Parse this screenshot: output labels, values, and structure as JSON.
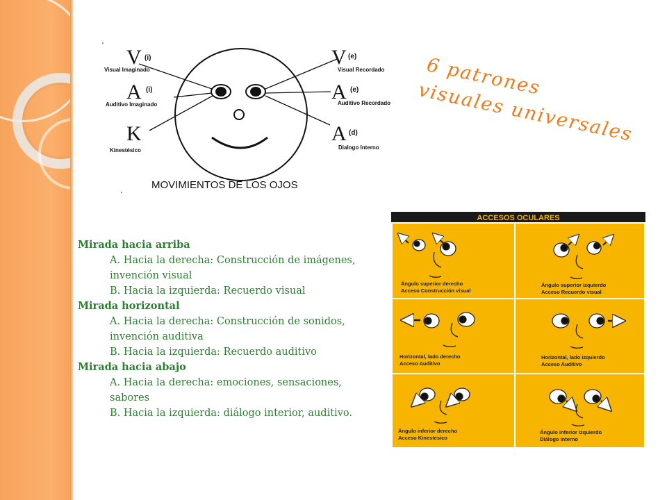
{
  "diagram": {
    "labels": {
      "top_left_letter": "V",
      "top_left_sub": "(i)",
      "top_left_caption": "Visual Imaginado",
      "mid_left_letter": "A",
      "mid_left_sub": "(i)",
      "mid_left_caption": "Auditivo Imaginado",
      "bottom_left_letter": "K",
      "bottom_left_caption": "Kinestésico",
      "top_right_letter": "V",
      "top_right_sub": "(e)",
      "top_right_caption": "Visual Recordado",
      "mid_right_letter": "A",
      "mid_right_sub": "(e)",
      "mid_right_caption": "Auditivo Recordado",
      "bottom_right_letter": "A",
      "bottom_right_sub": "(d)",
      "bottom_right_caption": "Dialogo Interno"
    },
    "title": "MOVIMIENTOS DE LOS OJOS"
  },
  "headline": {
    "line1": "6 patrones",
    "line2": "visuales universales"
  },
  "text": {
    "up_head": "Mirada hacia arriba",
    "up_a": "A. Hacia la derecha: Construcción de imágenes, invención visual",
    "up_b": "B. Hacia la izquierda: Recuerdo visual",
    "horiz_head": "Mirada horizontal",
    "horiz_a": "A. Hacia la derecha: Construcción de sonidos, invención auditiva",
    "horiz_b": "B. Hacia la izquierda: Recuerdo auditivo",
    "down_head": "Mirada hacia abajo",
    "down_a": "A. Hacia la derecha: emociones, sensaciones, sabores",
    "down_b": "B. Hacia la izquierda: diálogo interior, auditivo."
  },
  "panel": {
    "title": "ACCESOS   OCULARES",
    "background_color": "#f7b500",
    "cells": [
      {
        "line1": "Ángulo superior derecho",
        "line2": "Acceso Construcción visual"
      },
      {
        "line1": "Ángulo superior izquierdo",
        "line2": "Acceso Recuerdo visual"
      },
      {
        "line1": "Horizontal, lado derecho",
        "line2": "Acceso Auditivo"
      },
      {
        "line1": "Horizontal, lado izquierdo",
        "line2": "Acceso Auditivo"
      },
      {
        "line1": "Ángulo inferior derecho",
        "line2": "Acceso Kinestesico"
      },
      {
        "line1": "Ángulo inferior izquierdo",
        "line2": "Diálogo interno"
      }
    ]
  },
  "colors": {
    "accent_orange": "#f07a1a",
    "text_green": "#2e7d32",
    "band_orange": "#fbb06c"
  }
}
